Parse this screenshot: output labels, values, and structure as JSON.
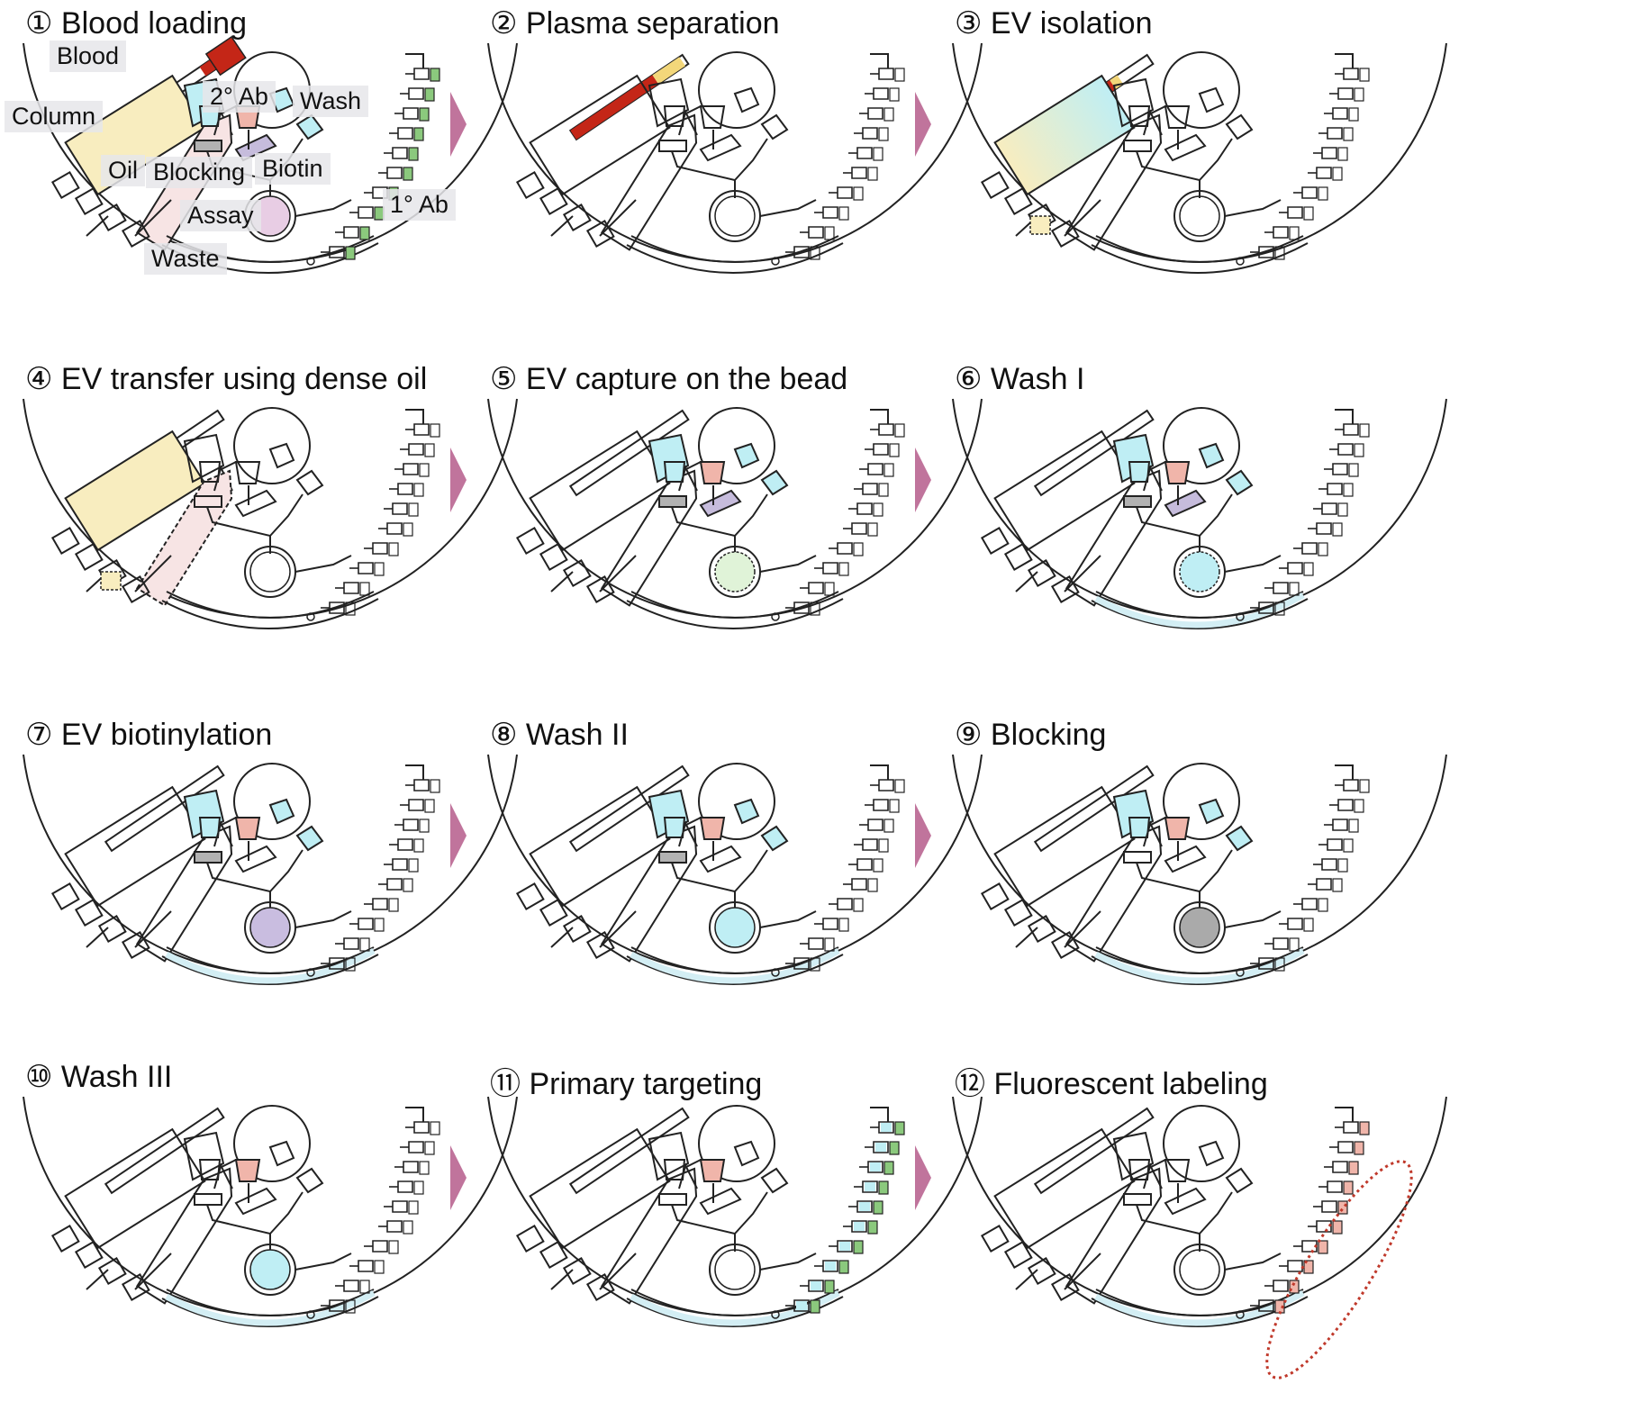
{
  "colors": {
    "blood": "#c42617",
    "plasma": "#f3d77a",
    "column": "#f8edbf",
    "oil": "#f7e4e4",
    "blocking": "#b2b2b2",
    "secondary_ab": "#f0b5aa",
    "wash": "#bfeef4",
    "biotin": "#c6bcdc",
    "assay": "#e8cde4",
    "primary_ab": "#8bc97d",
    "waste_fluid": "#d3eef4",
    "bead_green": "#e0f3d8",
    "bead_blue": "#bfeef4",
    "bead_purple": "#c9bde0",
    "bead_gray": "#aaaaaa",
    "arrow": "#c0749c",
    "highlight": "#c0392b"
  },
  "labels": {
    "blood": "Blood",
    "column": "Column",
    "secondary_ab": "2° Ab",
    "wash": "Wash",
    "oil": "Oil",
    "blocking": "Blocking",
    "biotin": "Biotin",
    "assay": "Assay",
    "primary_ab": "1° Ab",
    "waste": "Waste"
  },
  "steps": [
    {
      "number": "①",
      "title": "Blood loading"
    },
    {
      "number": "②",
      "title": "Plasma separation"
    },
    {
      "number": "③",
      "title": "EV isolation"
    },
    {
      "number": "④",
      "title": "EV transfer using dense oil"
    },
    {
      "number": "⑤",
      "title": "EV capture on the bead"
    },
    {
      "number": "⑥",
      "title": "Wash I"
    },
    {
      "number": "⑦",
      "title": "EV biotinylation"
    },
    {
      "number": "⑧",
      "title": "Wash II"
    },
    {
      "number": "⑨",
      "title": "Blocking"
    },
    {
      "number": "⑩",
      "title": "Wash III"
    },
    {
      "number": "⑪",
      "title": "Primary targeting"
    },
    {
      "number": "⑫",
      "title": "Fluorescent labeling"
    }
  ]
}
